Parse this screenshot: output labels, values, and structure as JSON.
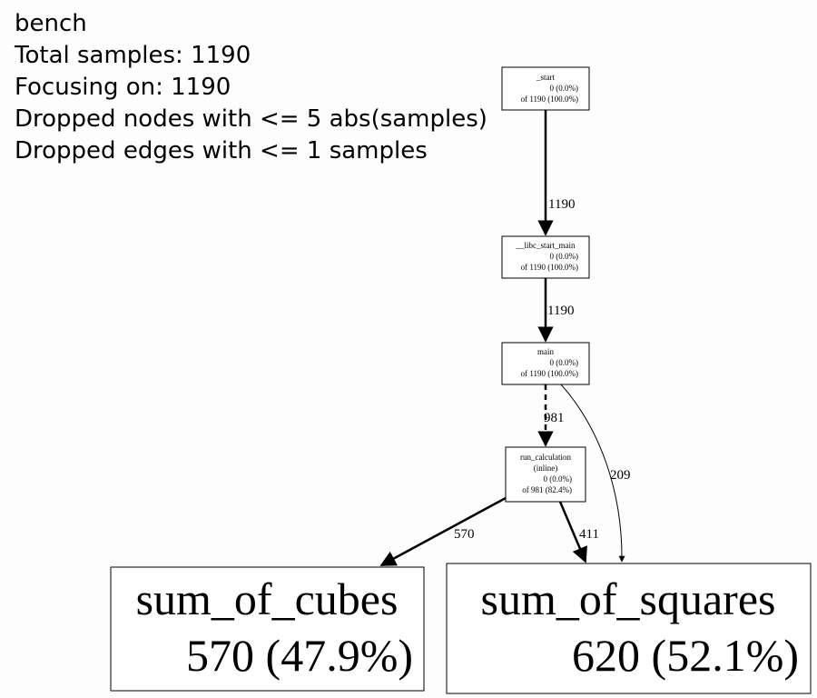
{
  "legend": {
    "profile_name": "bench",
    "total_samples": "Total samples: 1190",
    "focusing_on": "Focusing on: 1190",
    "dropped_nodes": "Dropped nodes with <= 5 abs(samples)",
    "dropped_edges": "Dropped edges with <= 1 samples"
  },
  "nodes": {
    "start": {
      "name": "_start",
      "flat": "0 (0.0%)",
      "cum": "of 1190 (100.0%)"
    },
    "libc_start_main": {
      "name": "__libc_start_main",
      "flat": "0 (0.0%)",
      "cum": "of 1190 (100.0%)"
    },
    "main": {
      "name": "main",
      "flat": "0 (0.0%)",
      "cum": "of 1190 (100.0%)"
    },
    "run_calculation": {
      "name": "run_calculation",
      "note": "(inline)",
      "flat": "0 (0.0%)",
      "cum": "of 981 (82.4%)"
    },
    "sum_of_cubes": {
      "name": "sum_of_cubes",
      "flat": "570 (47.9%)"
    },
    "sum_of_squares": {
      "name": "sum_of_squares",
      "flat": "620 (52.1%)"
    }
  },
  "edges": {
    "start_to_libc": {
      "weight": "1190"
    },
    "libc_to_main": {
      "weight": "1190"
    },
    "main_to_run": {
      "weight": "981",
      "style": "dashed"
    },
    "main_to_squares": {
      "weight": "209"
    },
    "run_to_cubes": {
      "weight": "570"
    },
    "run_to_squares": {
      "weight": "411"
    }
  }
}
